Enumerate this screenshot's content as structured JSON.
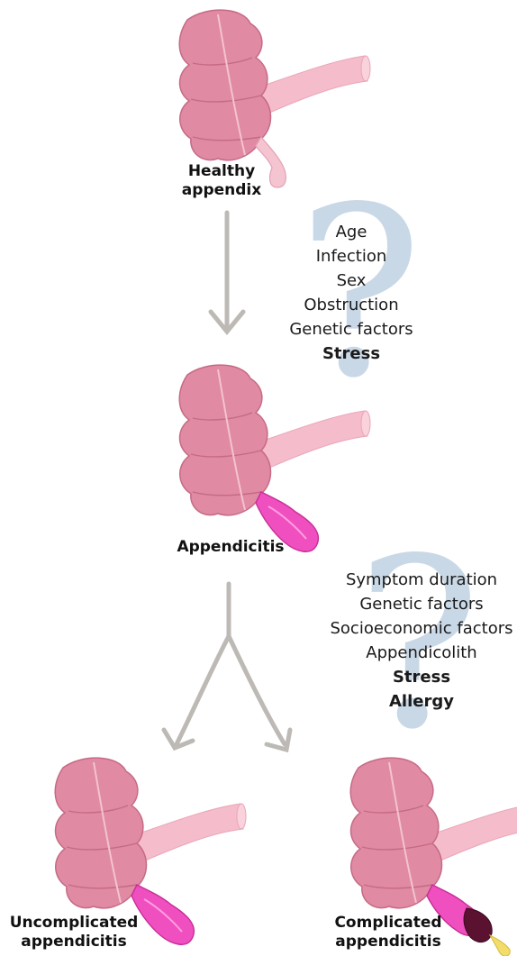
{
  "stages": {
    "healthy": {
      "line1": "Healthy",
      "line2": "appendix"
    },
    "appendicitis": {
      "line1": "Appendicitis"
    },
    "uncomplicated": {
      "line1": "Uncomplicated",
      "line2": "appendicitis"
    },
    "complicated": {
      "line1": "Complicated",
      "line2": "appendicitis"
    }
  },
  "factors_top": [
    "Age",
    "Infection",
    "Sex",
    "Obstruction",
    "Genetic factors",
    "Stress"
  ],
  "factors_bottom": [
    "Symptom duration",
    "Genetic factors",
    "Socioeconomic factors",
    "Appendicolith",
    "Stress",
    "Allergy"
  ],
  "question_mark": "?",
  "colors": {
    "colon": "#e08aa3",
    "colon_stroke": "#c66a86",
    "ileum": "#f5bccb",
    "appendix_healthy": "#f4c4d0",
    "appendix_inflamed": "#f04fbf",
    "necrosis": "#5a1230",
    "pus": "#f2dc6a",
    "arrow": "#bdbab6",
    "question_mark": "#c9d8e6"
  }
}
